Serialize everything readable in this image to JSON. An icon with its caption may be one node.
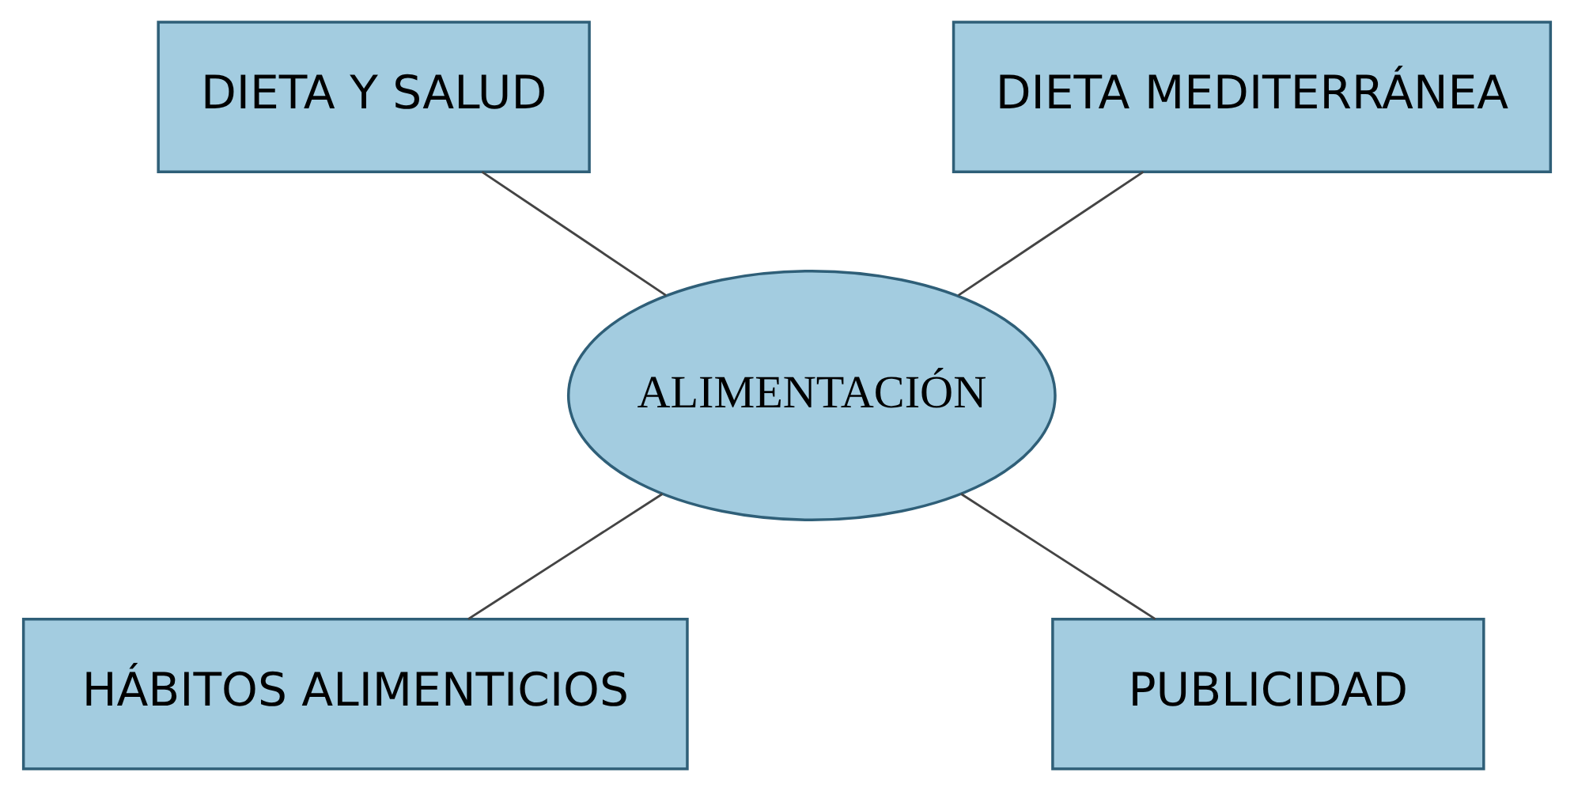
{
  "diagram": {
    "nodes": [
      {
        "text": [
          "DIETA Y SALUD"
        ]
      },
      {
        "text": [
          "DIETA MEDITERRÁNEA"
        ]
      },
      {
        "text": [
          "ALIMENTACIÓN"
        ]
      },
      {
        "text": [
          "HÁBITOS ALIMENTICIOS"
        ]
      },
      {
        "text": [
          "PUBLICIDAD"
        ]
      }
    ],
    "edges": [
      {
        "from": 0,
        "to": 2,
        "arrow": "none"
      },
      {
        "from": 1,
        "to": 2,
        "arrow": "none"
      },
      {
        "from": 2,
        "to": 3,
        "arrow": "none"
      },
      {
        "from": 2,
        "to": 4,
        "arrow": "none"
      }
    ]
  }
}
